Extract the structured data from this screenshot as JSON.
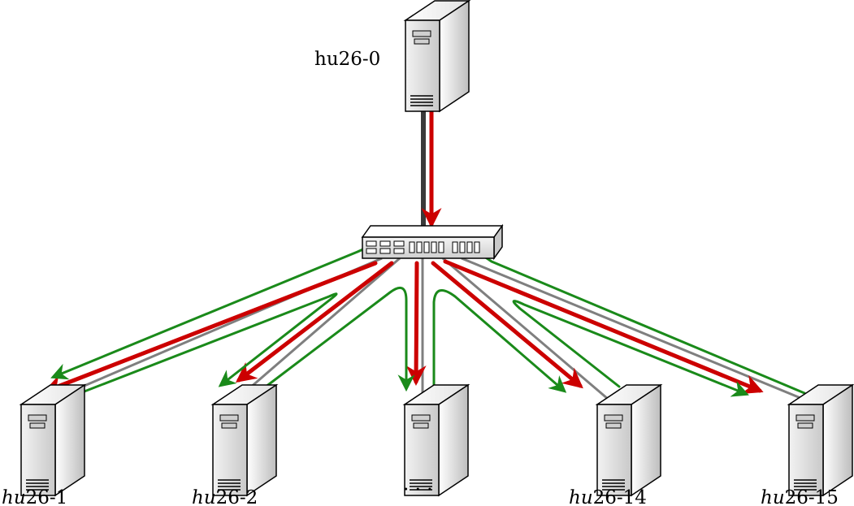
{
  "root": {
    "prefix": "",
    "suffix": "hu26-0"
  },
  "nodes": [
    {
      "prefix": "hu",
      "suffix": "26-1"
    },
    {
      "prefix": "hu",
      "suffix": "26-2"
    },
    {
      "prefix": "",
      "suffix": "· · ·"
    },
    {
      "prefix": "hu",
      "suffix": "26-14"
    },
    {
      "prefix": "hu",
      "suffix": "26-15"
    }
  ],
  "colors": {
    "server_light": "#ffffff",
    "server_mid": "#d7d7d7",
    "server_dark": "#8f8f8f",
    "uplink": "#3a3a3a",
    "cable": "#7f7f7f",
    "request_arrow": "#cc0000",
    "response_arrow": "#1a8a1a"
  }
}
